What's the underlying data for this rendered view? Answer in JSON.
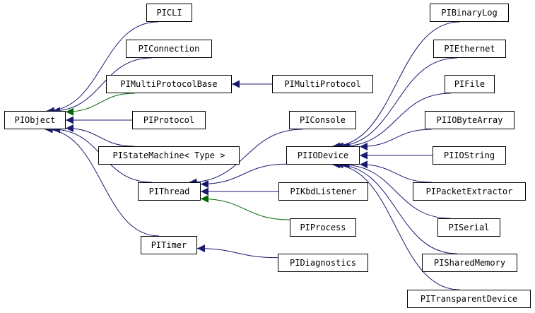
{
  "nodes": [
    {
      "id": "PIObject",
      "label": "PIObject"
    },
    {
      "id": "PICLI",
      "label": "PICLI"
    },
    {
      "id": "PIConnection",
      "label": "PIConnection"
    },
    {
      "id": "PIMultiProtocolBase",
      "label": "PIMultiProtocolBase"
    },
    {
      "id": "PIMultiProtocol",
      "label": "PIMultiProtocol"
    },
    {
      "id": "PIProtocol",
      "label": "PIProtocol"
    },
    {
      "id": "PIStateMachine",
      "label": "PIStateMachine< Type >"
    },
    {
      "id": "PIThread",
      "label": "PIThread"
    },
    {
      "id": "PITimer",
      "label": "PITimer"
    },
    {
      "id": "PIConsole",
      "label": "PIConsole"
    },
    {
      "id": "PIIODevice",
      "label": "PIIODevice"
    },
    {
      "id": "PIKbdListener",
      "label": "PIKbdListener"
    },
    {
      "id": "PIProcess",
      "label": "PIProcess"
    },
    {
      "id": "PIDiagnostics",
      "label": "PIDiagnostics"
    },
    {
      "id": "PIBinaryLog",
      "label": "PIBinaryLog"
    },
    {
      "id": "PIEthernet",
      "label": "PIEthernet"
    },
    {
      "id": "PIFile",
      "label": "PIFile"
    },
    {
      "id": "PIIOByteArray",
      "label": "PIIOByteArray"
    },
    {
      "id": "PIIOString",
      "label": "PIIOString"
    },
    {
      "id": "PIPacketExtractor",
      "label": "PIPacketExtractor"
    },
    {
      "id": "PISerial",
      "label": "PISerial"
    },
    {
      "id": "PISharedMemory",
      "label": "PISharedMemory"
    },
    {
      "id": "PITransparentDevice",
      "label": "PITransparentDevice"
    }
  ],
  "edges": [
    {
      "from": "PICLI",
      "to": "PIObject",
      "kind": "public"
    },
    {
      "from": "PIConnection",
      "to": "PIObject",
      "kind": "public"
    },
    {
      "from": "PIMultiProtocolBase",
      "to": "PIObject",
      "kind": "protected"
    },
    {
      "from": "PIProtocol",
      "to": "PIObject",
      "kind": "public"
    },
    {
      "from": "PIStateMachine",
      "to": "PIObject",
      "kind": "public"
    },
    {
      "from": "PIThread",
      "to": "PIObject",
      "kind": "public"
    },
    {
      "from": "PITimer",
      "to": "PIObject",
      "kind": "public"
    },
    {
      "from": "PIMultiProtocol",
      "to": "PIMultiProtocolBase",
      "kind": "public"
    },
    {
      "from": "PIConsole",
      "to": "PIThread",
      "kind": "public"
    },
    {
      "from": "PIIODevice",
      "to": "PIThread",
      "kind": "public"
    },
    {
      "from": "PIKbdListener",
      "to": "PIThread",
      "kind": "public"
    },
    {
      "from": "PIProcess",
      "to": "PIThread",
      "kind": "protected"
    },
    {
      "from": "PIDiagnostics",
      "to": "PITimer",
      "kind": "public"
    },
    {
      "from": "PIBinaryLog",
      "to": "PIIODevice",
      "kind": "public"
    },
    {
      "from": "PIEthernet",
      "to": "PIIODevice",
      "kind": "public"
    },
    {
      "from": "PIFile",
      "to": "PIIODevice",
      "kind": "public"
    },
    {
      "from": "PIIOByteArray",
      "to": "PIIODevice",
      "kind": "public"
    },
    {
      "from": "PIIOString",
      "to": "PIIODevice",
      "kind": "public"
    },
    {
      "from": "PIPacketExtractor",
      "to": "PIIODevice",
      "kind": "public"
    },
    {
      "from": "PISerial",
      "to": "PIIODevice",
      "kind": "public"
    },
    {
      "from": "PISharedMemory",
      "to": "PIIODevice",
      "kind": "public"
    },
    {
      "from": "PITransparentDevice",
      "to": "PIIODevice",
      "kind": "public"
    }
  ],
  "colors": {
    "public": "#191970",
    "protected": "#006400",
    "border": "#000000",
    "background": "#ffffff"
  }
}
